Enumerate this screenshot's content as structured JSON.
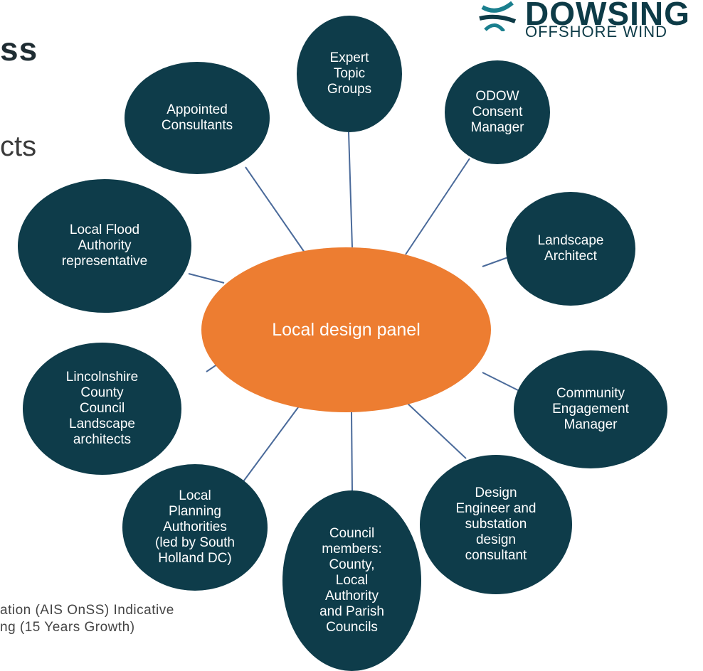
{
  "slide": {
    "title_fragment": "ss",
    "subtitle_fragment": "cts",
    "caption_line1": "ation (AIS OnSS) Indicative",
    "caption_line2": "ng (15 Years Growth)"
  },
  "logo": {
    "word": "DOWSING",
    "subtitle": "OFFSHORE WIND"
  },
  "colors": {
    "node": "#0e3c4a",
    "hub": "#ed7d31",
    "connector": "#4a6a9a"
  },
  "diagram": {
    "hub_label": "Local design panel",
    "nodes": [
      {
        "id": "expert-topic-groups",
        "label": "Expert\nTopic\nGroups"
      },
      {
        "id": "odow-consent-manager",
        "label": "ODOW\nConsent\nManager"
      },
      {
        "id": "landscape-architect",
        "label": "Landscape\nArchitect"
      },
      {
        "id": "community-engagement-manager",
        "label": "Community\nEngagement\nManager"
      },
      {
        "id": "design-engineer",
        "label": "Design\nEngineer and\nsubstation\ndesign\nconsultant"
      },
      {
        "id": "council-members",
        "label": "Council\nmembers:\nCounty,\nLocal\nAuthority\nand Parish\nCouncils"
      },
      {
        "id": "local-planning-authorities",
        "label": "Local\nPlanning\nAuthorities\n(led by South\nHolland DC)"
      },
      {
        "id": "lincolnshire-county-council",
        "label": "Lincolnshire\nCounty\nCouncil\nLandscape\narchitects"
      },
      {
        "id": "local-flood-authority",
        "label": "Local Flood\nAuthority\nrepresentative"
      },
      {
        "id": "appointed-consultants",
        "label": "Appointed\nConsultants"
      }
    ]
  }
}
